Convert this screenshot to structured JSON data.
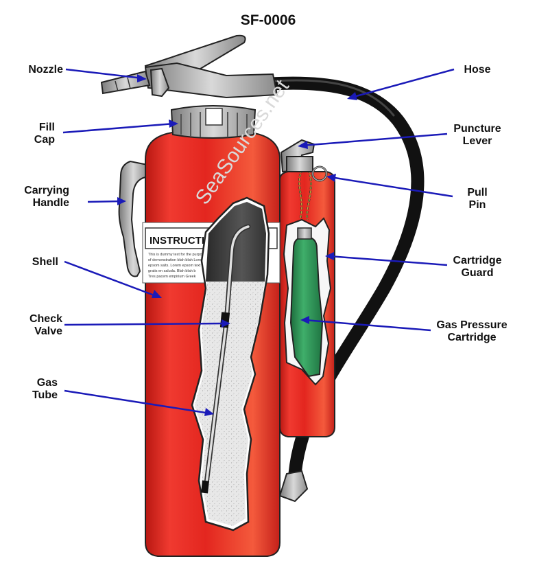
{
  "title": "SF-0006",
  "watermark": "SeaSources.net",
  "instruction_label": {
    "heading": "INSTRUCTIONS",
    "lines": [
      "This is dummy text for the purpose",
      "of demonstration blah blah Lorem",
      "epsom salts. Lorem epsom text",
      "gratis en saluda. Blah blah b",
      "Tres pacem empirium Greek"
    ]
  },
  "labels": {
    "nozzle": "Nozzle",
    "hose": "Hose",
    "fill_cap_1": "Fill",
    "fill_cap_2": "Cap",
    "puncture_lever_1": "Puncture",
    "puncture_lever_2": "Lever",
    "carrying_handle_1": "Carrying",
    "carrying_handle_2": "Handle",
    "pull_pin_1": "Pull",
    "pull_pin_2": "Pin",
    "shell": "Shell",
    "cartridge_guard_1": "Cartridge",
    "cartridge_guard_2": "Guard",
    "check_valve_1": "Check",
    "check_valve_2": "Valve",
    "gas_pressure_cartridge_1": "Gas Pressure",
    "gas_pressure_cartridge_2": "Cartridge",
    "gas_tube_1": "Gas",
    "gas_tube_2": "Tube"
  },
  "colors": {
    "shell_red": "#e3261f",
    "cartridge_green": "#2e9a5a",
    "leader_blue": "#1a1ab8",
    "metal_grey": "#a9a9a9",
    "hose_black": "#111111"
  }
}
